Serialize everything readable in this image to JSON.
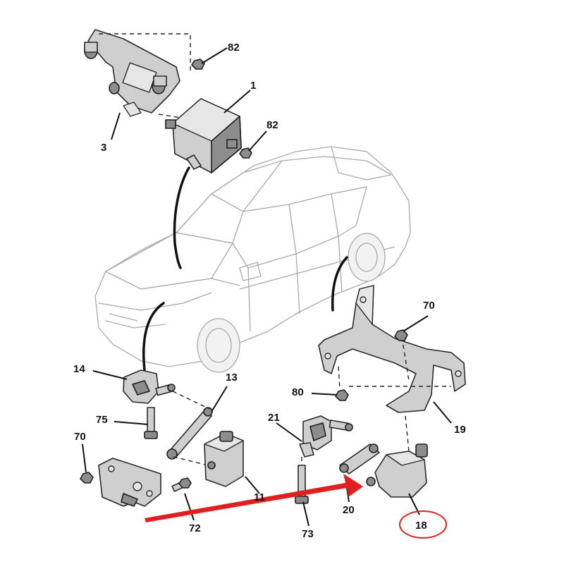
{
  "labels": {
    "l82a": "82",
    "l1": "1",
    "l82b": "82",
    "l3": "3",
    "l70a": "70",
    "l14": "14",
    "l13": "13",
    "l80": "80",
    "l75": "75",
    "l21": "21",
    "l19": "19",
    "l70b": "70",
    "l11": "11",
    "l72": "72",
    "l20": "20",
    "l73": "73",
    "l18": "18"
  },
  "highlight": {
    "arrow_color": "#e02020",
    "circled_part": "18"
  }
}
